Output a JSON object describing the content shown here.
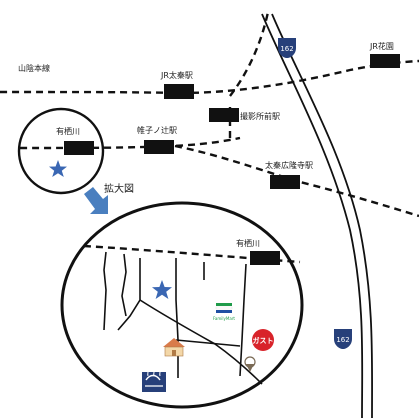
{
  "map": {
    "lines": {
      "sanin_line": "山陰本線",
      "route_162_top": "162",
      "route_162_bottom": "162"
    },
    "stations": {
      "jr_uzumasa": "JR太秦駅",
      "jr_hanazono": "JR花園",
      "arisugawa": "有栖川",
      "kurumazakinotsuji": "帷子ノ辻駅",
      "satsueishomae": "撮影所前駅",
      "uzumasa_koryuji": "太秦広隆寺駅",
      "arisugawa_zoom": "有栖川"
    },
    "zoom_label": "拡大図",
    "landmarks": {
      "familymart_text": "FamilyMart",
      "gusto_text": "ガスト"
    },
    "colors": {
      "star": "#3a67b3",
      "arrow": "#4a7fbf",
      "familymart_green": "#1f9b4a",
      "familymart_blue": "#1f4fa3",
      "gusto_red": "#d8232a",
      "route_blue": "#27407a"
    },
    "icons": {
      "star": "star-icon",
      "arrow": "arrow-icon",
      "familymart": "familymart-logo-icon",
      "gusto": "gusto-logo-icon",
      "house": "house-icon",
      "bathhouse": "bathhouse-icon",
      "pin": "location-pin-icon"
    }
  }
}
